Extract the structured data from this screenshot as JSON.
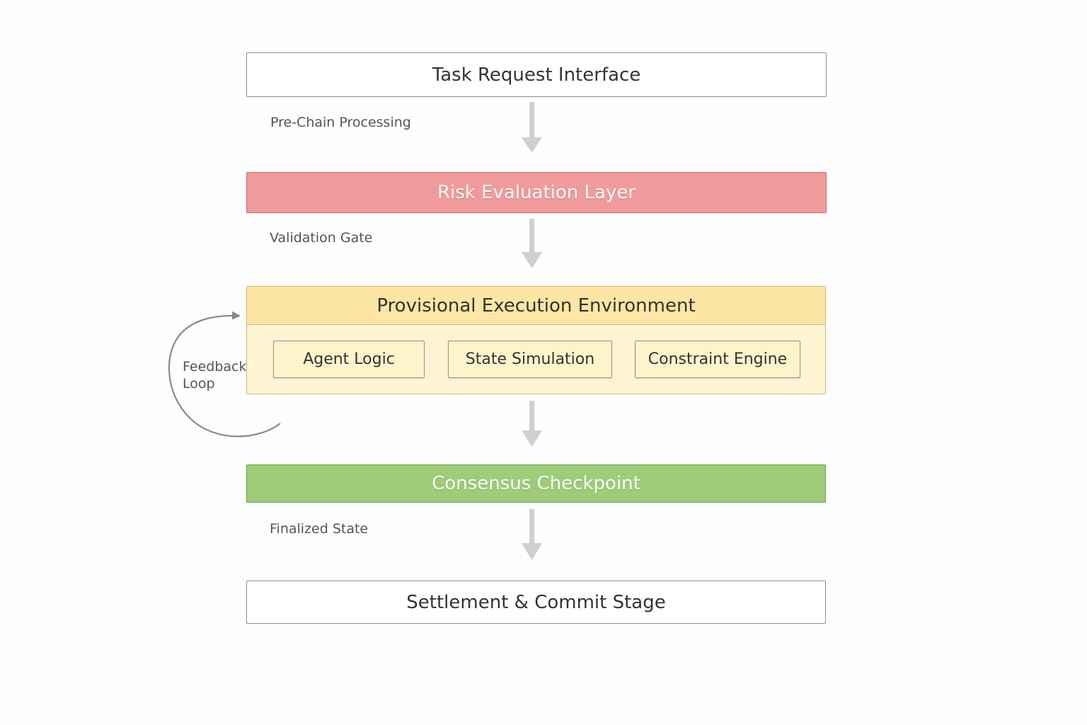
{
  "diagram": {
    "stages": {
      "task_request": "Task Request Interface",
      "risk_evaluation": "Risk Evaluation Layer",
      "provisional_execution": "Provisional Execution Environment",
      "consensus_checkpoint": "Consensus Checkpoint",
      "settlement": "Settlement & Commit Stage"
    },
    "execution_components": [
      "Agent Logic",
      "State Simulation",
      "Constraint Engine"
    ],
    "transition_labels": {
      "pre_chain": "Pre-Chain Processing",
      "validation_gate": "Validation Gate",
      "finalized_state": "Finalized State"
    },
    "feedback_loop": {
      "line1": "Feedback",
      "line2": "Loop"
    },
    "colors": {
      "risk_fill": "#f19a9b",
      "execution_header_fill": "#fde6a3",
      "execution_body_fill": "#fef5d4",
      "consensus_fill": "#9fcc79",
      "plain_fill": "#ffffff",
      "arrow": "#cfcfcf",
      "feedback_arrow": "#8a8a8a"
    }
  }
}
